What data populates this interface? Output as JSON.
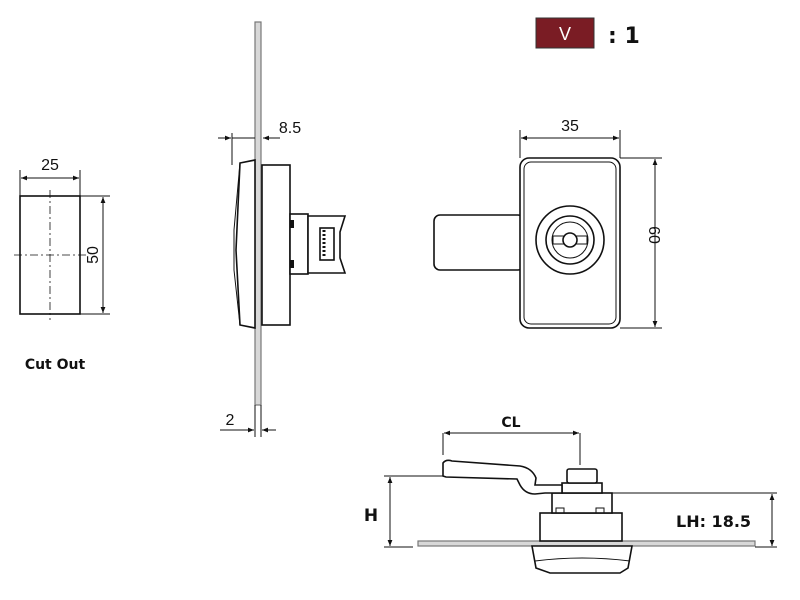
{
  "scale": {
    "badge_label": "V",
    "ratio_label": ": 1",
    "badge_color": "#7a1c24"
  },
  "cutout": {
    "width_label": "25",
    "height_label": "50",
    "caption": "Cut Out"
  },
  "side_view": {
    "offset_label": "8.5",
    "panel_label": "2"
  },
  "front_view": {
    "width_label": "35",
    "height_label": "60"
  },
  "bottom_view": {
    "cl_label": "CL",
    "h_label": "H",
    "lh_label": "LH: 18.5"
  }
}
